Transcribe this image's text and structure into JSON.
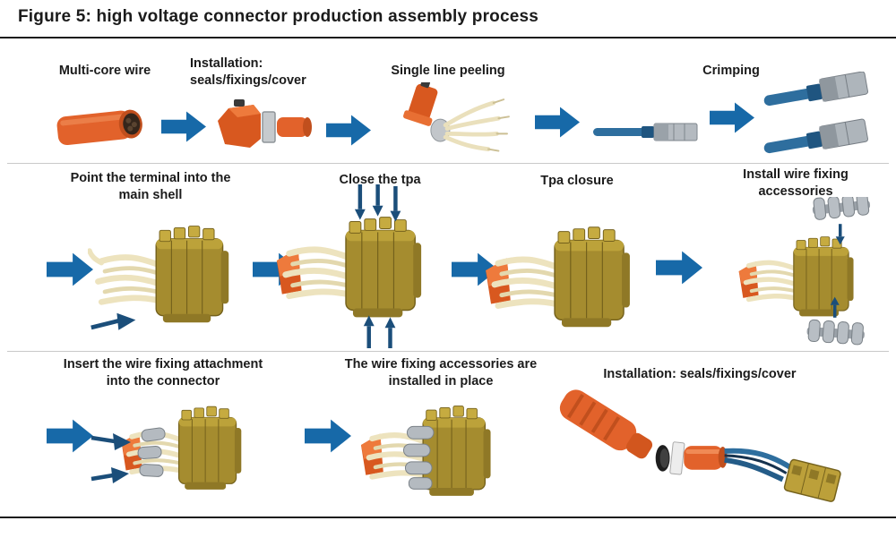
{
  "figure": {
    "title": "Figure 5: high voltage connector production assembly process"
  },
  "colors": {
    "flow_arrow_blue": "#1769A8",
    "insert_arrow_navy": "#1B4E7A",
    "connector_orange": "#E2622B",
    "connector_gold": "#A58C2F",
    "wire_cream": "#EDE3BE",
    "wire_blue": "#2E6E9E",
    "metal_gray": "#B4BAC0",
    "text_dark": "#1B1B1B",
    "divider_gray": "#C9C9C9"
  },
  "rows": [
    {
      "name": "row-1",
      "steps": [
        {
          "label": "Multi-core wire",
          "illustration": "multi-core-wire"
        },
        {
          "label": "Installation:\nseals/fixings/cover",
          "illustration": "seals-fixings-cover"
        },
        {
          "label": "Single line peeling",
          "illustration": "single-line-peeling"
        },
        {
          "label": "",
          "illustration": "terminal-wire"
        },
        {
          "label": "Crimping",
          "illustration": "crimped-wires"
        }
      ]
    },
    {
      "name": "row-2",
      "steps": [
        {
          "label": "Point the terminal into the main shell",
          "illustration": "point-terminal-into-shell"
        },
        {
          "label": "Close the tpa",
          "illustration": "close-tpa"
        },
        {
          "label": "Tpa closure",
          "illustration": "tpa-closure"
        },
        {
          "label": "Install wire fixing accessories",
          "illustration": "install-wire-fixing-accessories"
        }
      ]
    },
    {
      "name": "row-3",
      "steps": [
        {
          "label": "Insert the wire fixing attachment into the connector",
          "illustration": "insert-wire-fixing-attachment"
        },
        {
          "label": "The wire fixing accessories are installed in place",
          "illustration": "wire-fixing-installed"
        },
        {
          "label": "Installation: seals/fixings/cover",
          "illustration": "final-assembly"
        }
      ]
    }
  ]
}
